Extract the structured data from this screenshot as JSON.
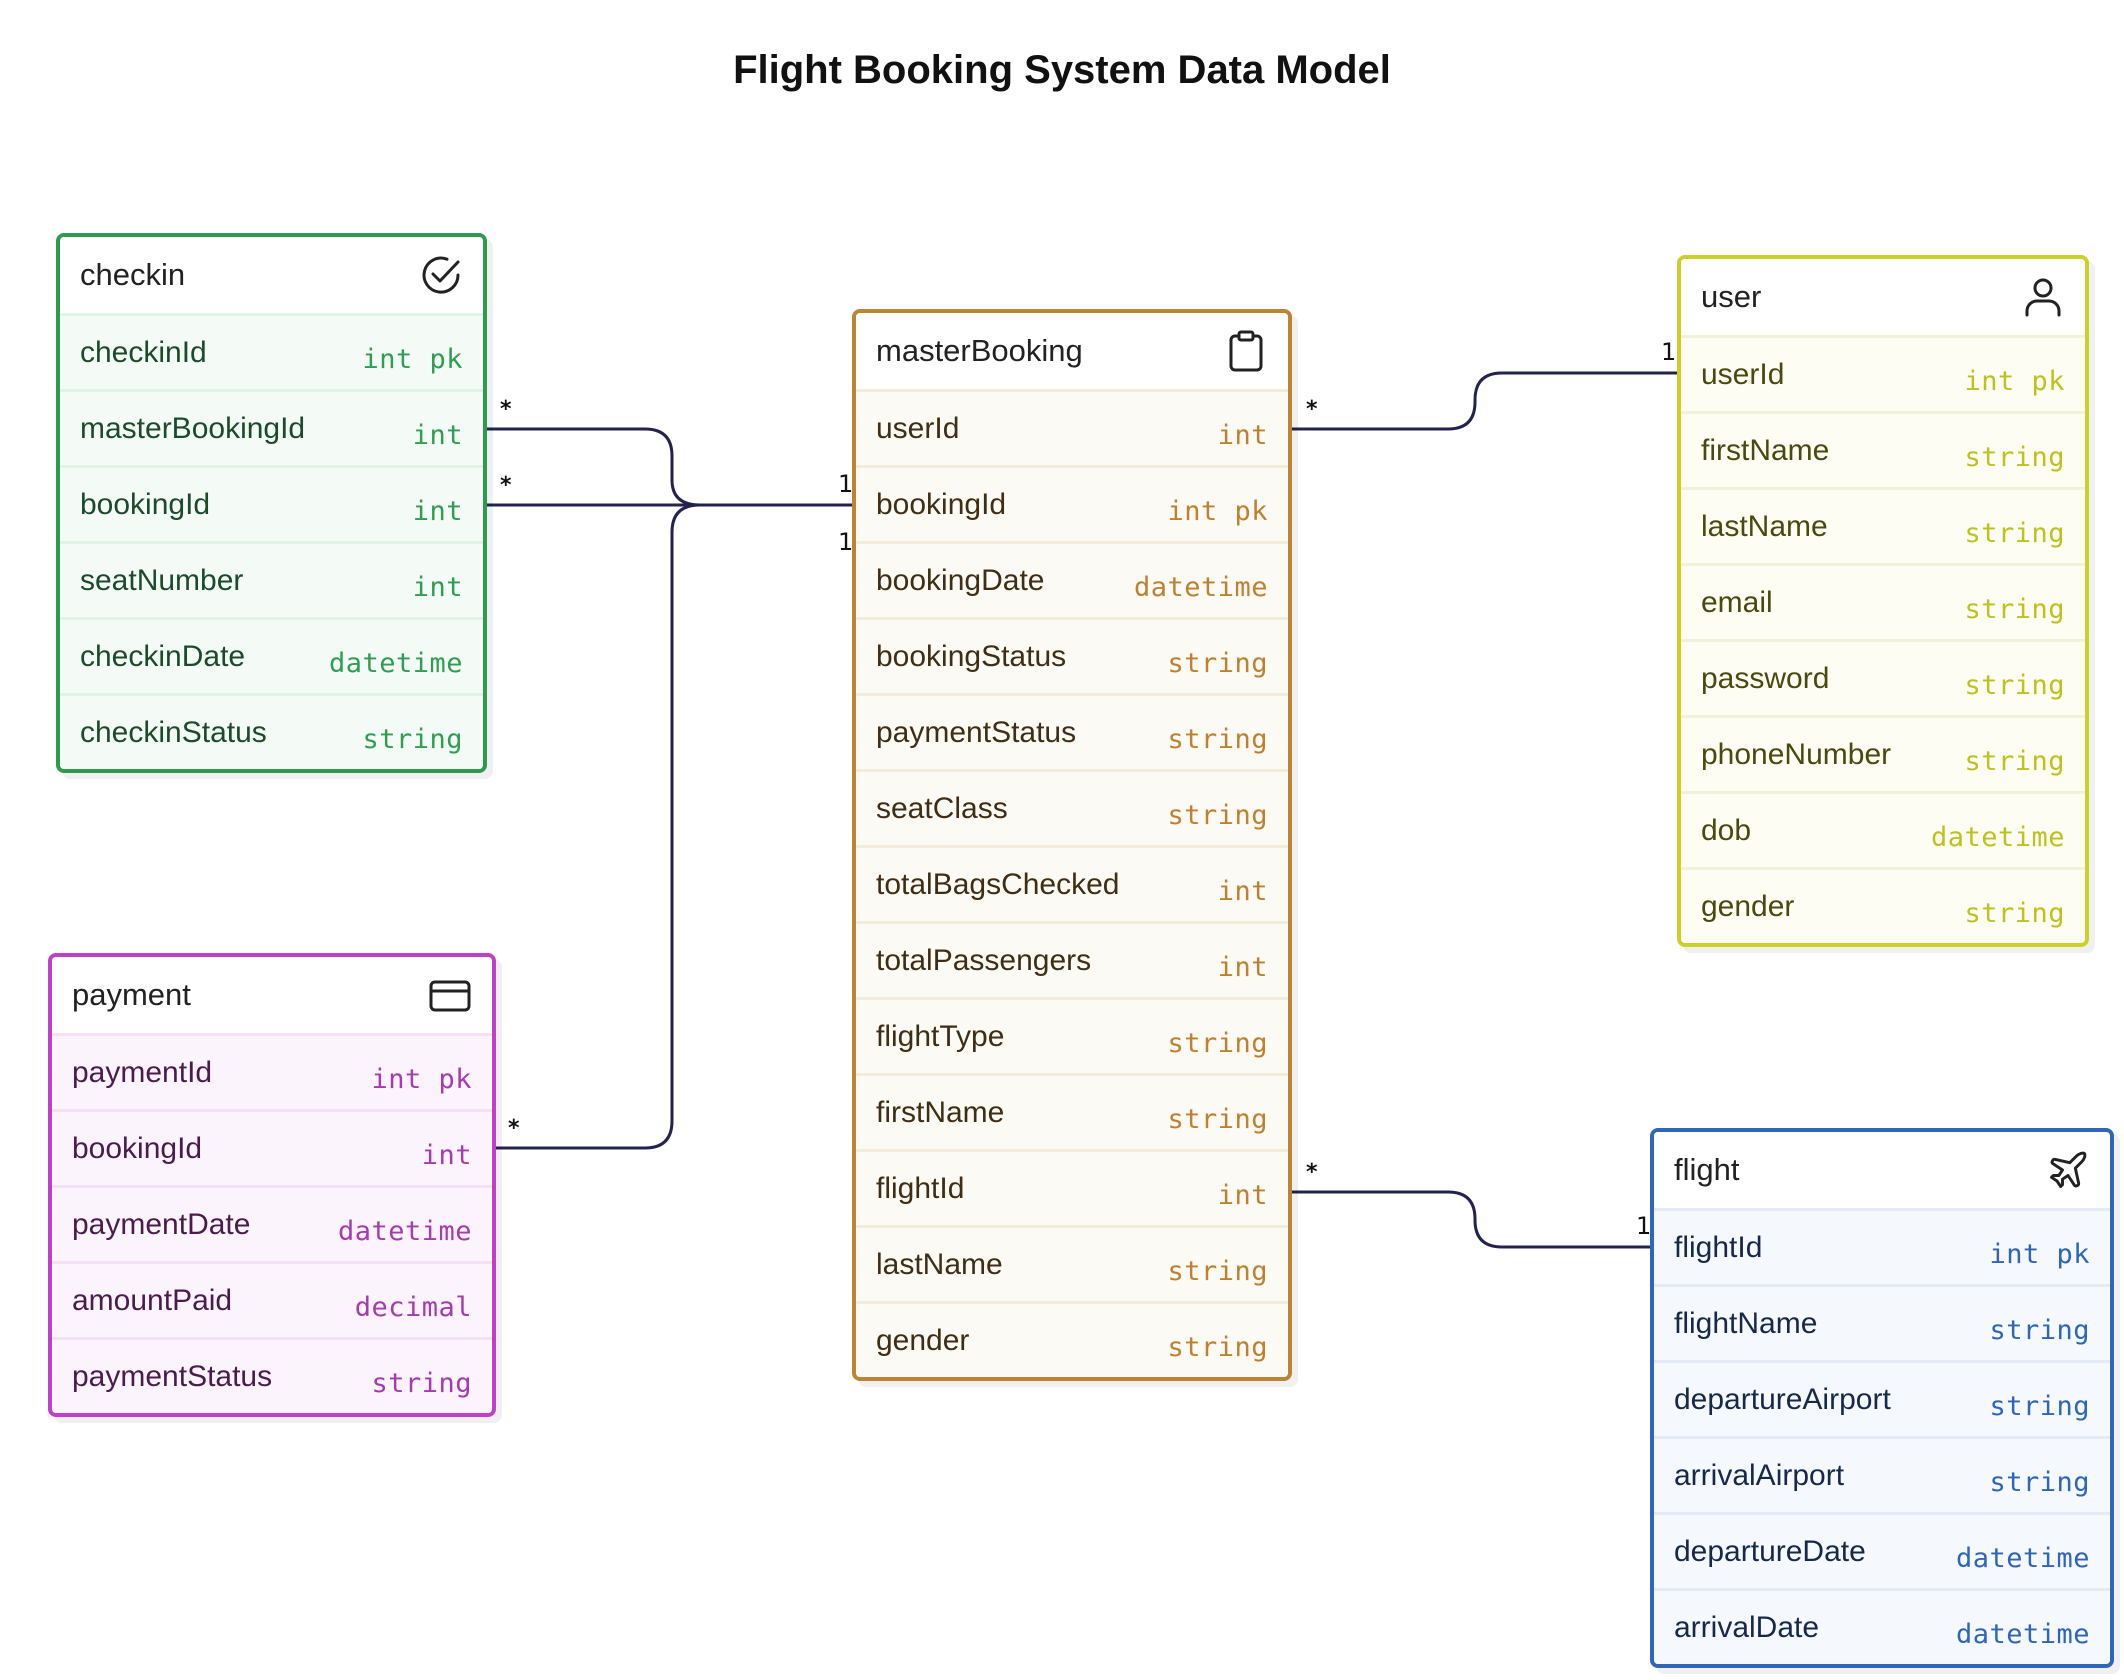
{
  "title": "Flight Booking System Data Model",
  "entities": {
    "checkin": {
      "name": "checkin",
      "icon": "check-circle-icon",
      "fields": [
        {
          "name": "checkinId",
          "type": "int  pk"
        },
        {
          "name": "masterBookingId",
          "type": "int"
        },
        {
          "name": "bookingId",
          "type": "int"
        },
        {
          "name": "seatNumber",
          "type": "int"
        },
        {
          "name": "checkinDate",
          "type": "datetime"
        },
        {
          "name": "checkinStatus",
          "type": "string"
        }
      ]
    },
    "payment": {
      "name": "payment",
      "icon": "credit-card-icon",
      "fields": [
        {
          "name": "paymentId",
          "type": "int  pk"
        },
        {
          "name": "bookingId",
          "type": "int"
        },
        {
          "name": "paymentDate",
          "type": "datetime"
        },
        {
          "name": "amountPaid",
          "type": "decimal"
        },
        {
          "name": "paymentStatus",
          "type": "string"
        }
      ]
    },
    "masterBooking": {
      "name": "masterBooking",
      "icon": "clipboard-icon",
      "fields": [
        {
          "name": "userId",
          "type": "int"
        },
        {
          "name": "bookingId",
          "type": "int  pk"
        },
        {
          "name": "bookingDate",
          "type": "datetime"
        },
        {
          "name": "bookingStatus",
          "type": "string"
        },
        {
          "name": "paymentStatus",
          "type": "string"
        },
        {
          "name": "seatClass",
          "type": "string"
        },
        {
          "name": "totalBagsChecked",
          "type": "int"
        },
        {
          "name": "totalPassengers",
          "type": "int"
        },
        {
          "name": "flightType",
          "type": "string"
        },
        {
          "name": "firstName",
          "type": "string"
        },
        {
          "name": "flightId",
          "type": "int"
        },
        {
          "name": "lastName",
          "type": "string"
        },
        {
          "name": "gender",
          "type": "string"
        }
      ]
    },
    "user": {
      "name": "user",
      "icon": "user-icon",
      "fields": [
        {
          "name": "userId",
          "type": "int  pk"
        },
        {
          "name": "firstName",
          "type": "string"
        },
        {
          "name": "lastName",
          "type": "string"
        },
        {
          "name": "email",
          "type": "string"
        },
        {
          "name": "password",
          "type": "string"
        },
        {
          "name": "phoneNumber",
          "type": "string"
        },
        {
          "name": "dob",
          "type": "datetime"
        },
        {
          "name": "gender",
          "type": "string"
        }
      ]
    },
    "flight": {
      "name": "flight",
      "icon": "airplane-icon",
      "fields": [
        {
          "name": "flightId",
          "type": "int  pk"
        },
        {
          "name": "flightName",
          "type": "string"
        },
        {
          "name": "departureAirport",
          "type": "string"
        },
        {
          "name": "arrivalAirport",
          "type": "string"
        },
        {
          "name": "departureDate",
          "type": "datetime"
        },
        {
          "name": "arrivalDate",
          "type": "datetime"
        }
      ]
    }
  },
  "relationships": [
    {
      "from": "checkin.masterBookingId",
      "to": "masterBooking.bookingId",
      "from_card": "*",
      "to_card": "1"
    },
    {
      "from": "checkin.bookingId",
      "to": "masterBooking.bookingId",
      "from_card": "*",
      "to_card": "1"
    },
    {
      "from": "payment.bookingId",
      "to": "masterBooking.bookingId",
      "from_card": "*",
      "to_card": "1"
    },
    {
      "from": "masterBooking.userId",
      "to": "user.userId",
      "from_card": "*",
      "to_card": "1"
    },
    {
      "from": "masterBooking.flightId",
      "to": "flight.flightId",
      "from_card": "*",
      "to_card": "1"
    }
  ],
  "colors": {
    "checkin": "#2e9a4f",
    "payment": "#c03fcb",
    "masterBooking": "#bd8434",
    "user": "#ccd128",
    "flight": "#2f66b8",
    "link": "#23234f"
  }
}
